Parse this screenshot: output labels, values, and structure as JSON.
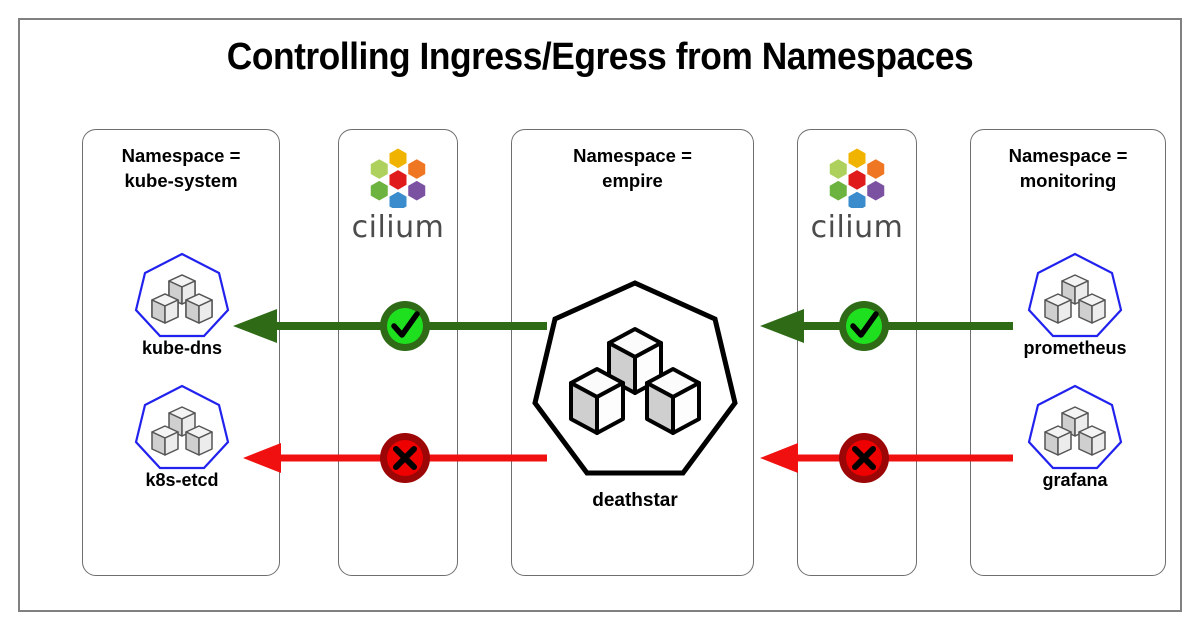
{
  "diagram": {
    "title": "Controlling Ingress/Egress from Namespaces",
    "frame_color": "#808080",
    "colors": {
      "allow_green": "#1fe01f",
      "allow_green_ring": "#2f6b17",
      "deny_red": "#ee0000",
      "deny_red_ring": "#9c0606",
      "arrow_green": "#2f6b17",
      "arrow_red": "#f01010",
      "pod_outline_blue": "#2222ee",
      "pod_outline_black": "#000000",
      "cube_fill": "#d8d8d8",
      "panel_border": "#6e6e6e"
    },
    "panels": [
      {
        "id": "kube-system",
        "title": "Namespace =\nkube-system",
        "pods": [
          {
            "name": "kube-dns",
            "outline": "blue"
          },
          {
            "name": "k8s-etcd",
            "outline": "blue"
          }
        ]
      },
      {
        "id": "cilium-left",
        "logo_word": "cilium",
        "logo_icon": "cilium-hexagon-logo"
      },
      {
        "id": "empire",
        "title": "Namespace =\nempire",
        "pods": [
          {
            "name": "deathstar",
            "outline": "black"
          }
        ]
      },
      {
        "id": "cilium-right",
        "logo_word": "cilium",
        "logo_icon": "cilium-hexagon-logo"
      },
      {
        "id": "monitoring",
        "title": "Namespace =\nmonitoring",
        "pods": [
          {
            "name": "prometheus",
            "outline": "blue"
          },
          {
            "name": "grafana",
            "outline": "blue"
          }
        ]
      }
    ],
    "flows": [
      {
        "id": "deathstar-to-kube-dns",
        "from": "deathstar",
        "to": "kube-dns",
        "direction": "left",
        "verdict": "allow",
        "badge_icon": "check-circle-icon",
        "color": "#2f6b17"
      },
      {
        "id": "deathstar-to-k8s-etcd",
        "from": "deathstar",
        "to": "k8s-etcd",
        "direction": "left",
        "verdict": "deny",
        "badge_icon": "cross-circle-icon",
        "color": "#f01010"
      },
      {
        "id": "prometheus-to-deathstar",
        "from": "prometheus",
        "to": "deathstar",
        "direction": "left",
        "verdict": "allow",
        "badge_icon": "check-circle-icon",
        "color": "#2f6b17"
      },
      {
        "id": "grafana-to-deathstar",
        "from": "grafana",
        "to": "deathstar",
        "direction": "left",
        "verdict": "deny",
        "badge_icon": "cross-circle-icon",
        "color": "#f01010"
      }
    ],
    "cilium_logo_hexes": [
      {
        "pos": "center",
        "color": "#e01b1b"
      },
      {
        "pos": "top",
        "color": "#f0b400"
      },
      {
        "pos": "top-left",
        "color": "#aed15e"
      },
      {
        "pos": "top-right",
        "color": "#ef7622"
      },
      {
        "pos": "bottom-left",
        "color": "#6cb33f"
      },
      {
        "pos": "bottom-right",
        "color": "#7b52a1"
      },
      {
        "pos": "bottom",
        "color": "#3a8ccc"
      }
    ]
  }
}
